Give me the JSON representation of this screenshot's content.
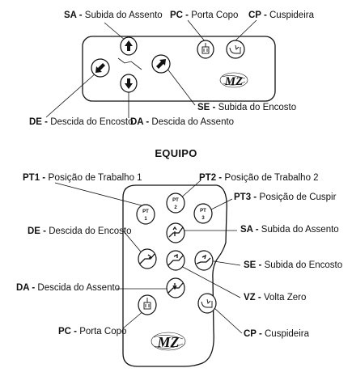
{
  "top": {
    "sa": {
      "code": "SA -",
      "desc": "Subida do Assento"
    },
    "pc": {
      "code": "PC -",
      "desc": "Porta Copo"
    },
    "cp": {
      "code": "CP -",
      "desc": "Cuspideira"
    },
    "se": {
      "code": "SE -",
      "desc": "Subida do Encosto"
    },
    "de": {
      "code": "DE -",
      "desc": "Descida do Encosto"
    },
    "da": {
      "code": "DA -",
      "desc": "Descida do Assento"
    },
    "logo": "MZ"
  },
  "title": "EQUIPO",
  "bottom": {
    "pt1": {
      "code": "PT1 -",
      "desc_a": "Posição",
      "desc_b": " de Trabalho 1"
    },
    "pt2": {
      "code": "PT2 -",
      "desc_a": "Posição",
      "desc_b": " de Trabalho 2"
    },
    "pt3": {
      "code": "PT3 -",
      "desc_a": "Posição",
      "desc_b": " de Cuspir"
    },
    "sa": {
      "code": "SA -",
      "desc": "Subida do Assento"
    },
    "de": {
      "code": "DE -",
      "desc": "Descida do Encosto"
    },
    "se": {
      "code": "SE -",
      "desc": "Subida do Encosto"
    },
    "vz": {
      "code": "VZ -",
      "desc": "Volta Zero"
    },
    "da": {
      "code": "DA -",
      "desc": "Descida do Assento"
    },
    "pc": {
      "code": "PC -",
      "desc": "Porta Copo"
    },
    "cp": {
      "code": "CP -",
      "desc": "Cuspideira"
    },
    "btn_pt1": {
      "a": "PT",
      "b": "1"
    },
    "btn_pt2": {
      "a": "PT",
      "b": "2"
    },
    "btn_pt3": {
      "a": "PT",
      "b": "3"
    },
    "logo": "MZ"
  },
  "icons": {
    "arrow_up": "arrow-up-icon",
    "arrow_down": "arrow-down-icon",
    "arrow_down_left": "arrow-down-left-icon",
    "arrow_up_right": "arrow-up-right-icon",
    "cup": "cup-icon",
    "spittoon": "spittoon-icon",
    "chair": "chair-icon"
  }
}
